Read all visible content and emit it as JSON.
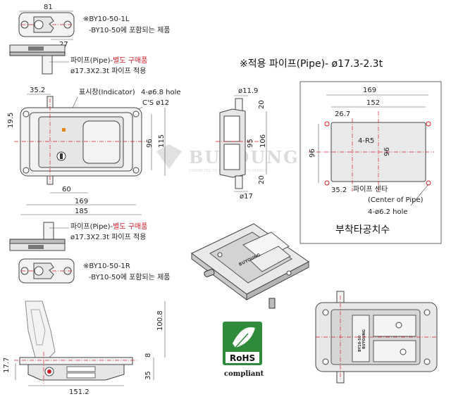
{
  "top_note": {
    "part_l": "※BY10-50-1L",
    "part_l_sub": "-BY10-50에 포함되는 제품",
    "dim_81": "81",
    "dim_27": "27"
  },
  "pipe_note_top": {
    "line1_prefix": "파이프(Pipe)-",
    "line1_red": "별도 구매품",
    "line2": "ø17.3X2.3t 파이프 적용"
  },
  "applied_pipe_title": "※적용 파이프(Pipe)- ø17.3-2.3t",
  "front_view": {
    "dim_35_2": "35.2",
    "indicator": "표시창(Indicator)",
    "hole": "4-ø6.8 hole",
    "cs": "C'S ø12",
    "dim_19_5": "19.5",
    "dim_96": "96",
    "dim_115": "115",
    "dim_60": "60",
    "dim_169": "169",
    "dim_185": "185"
  },
  "side_view": {
    "dim_11_9": "ø11.9",
    "dim_20_top": "20",
    "dim_95": "95",
    "dim_106": "106",
    "dim_20_bottom": "20",
    "dim_17": "ø17"
  },
  "cutout": {
    "dim_169": "169",
    "dim_152": "152",
    "dim_26_7": "26.7",
    "r5": "4-R5",
    "dim_96_left": "96",
    "dim_96_center": "96",
    "dim_35_2": "35.2",
    "pipe_center": "파이프 센타",
    "pipe_center_en": "(Center of Pipe)",
    "hole": "4-ø6.2 hole",
    "caption": "부착타공치수"
  },
  "pipe_note_bottom": {
    "line1_prefix": "파이프(Pipe)-",
    "line1_red": "별도 구매품",
    "line2": "ø17.3X2.3t 파이프 적용"
  },
  "bottom_note": {
    "part_r": "※BY10-50-1R",
    "part_r_sub": "-BY10-50에 포함되는 제품"
  },
  "profile_view": {
    "dim_100_8": "100.8",
    "dim_8": "8",
    "dim_35": "35",
    "dim_17_7": "17.7",
    "dim_151_2": "151.2"
  },
  "watermark": {
    "brand": "BUYOUNG",
    "tagline": "CONNECTED TO THE FUTURE WITH ENERGY"
  },
  "rohs": {
    "label": "RoHS",
    "sub": "compliant",
    "color": "#2e8b3a"
  },
  "product_label": "BUYOUNG",
  "product_code": "BY10-50",
  "accent_red": "#d4202a"
}
